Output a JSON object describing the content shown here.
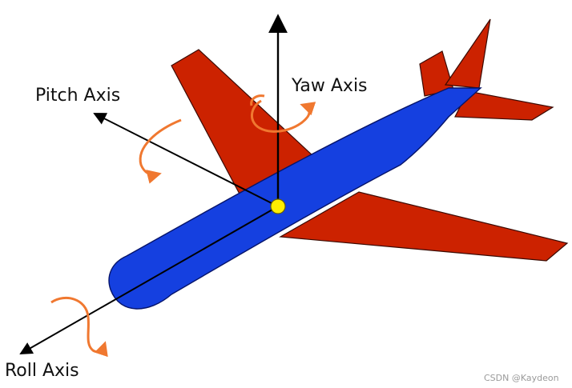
{
  "labels": {
    "pitch_axis": "Pitch Axis",
    "yaw_axis": "Yaw Axis",
    "roll_axis": "Roll Axis"
  },
  "watermark": "CSDN @Kaydeon",
  "colors": {
    "wing": "#cc2200",
    "fuselage": "#1540e0",
    "axis": "#000000",
    "rotation_arrow": "#f07830",
    "center_of_gravity": "#ffee00"
  }
}
